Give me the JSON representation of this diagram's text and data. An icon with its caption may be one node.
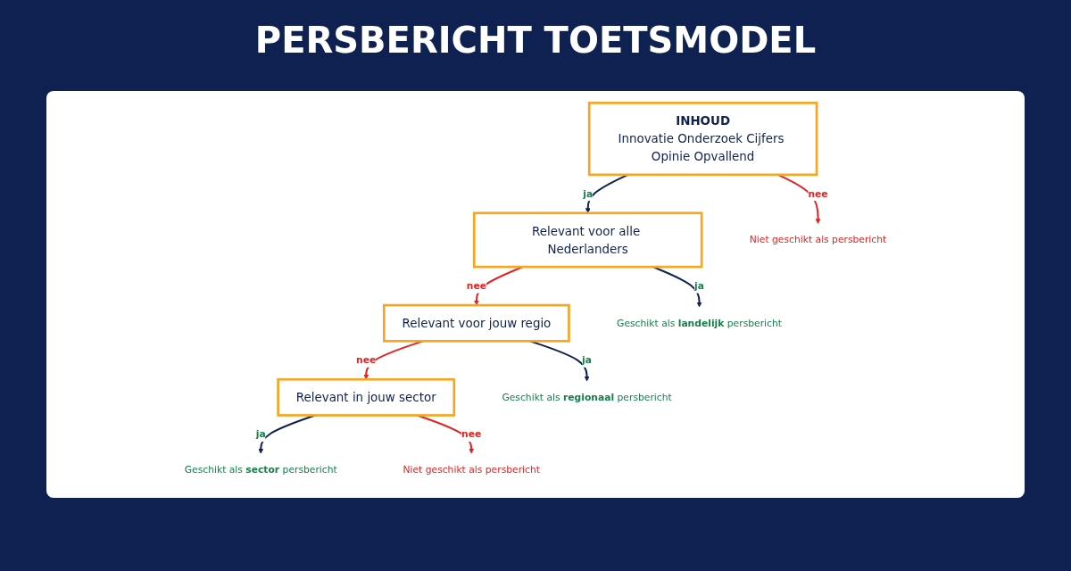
{
  "diagram": {
    "title": "PERSBERICHT TOETSMODEL",
    "nodes": [
      {
        "text": [
          "INHOUD",
          "Innovatie Onderzoek Cijfers Opinie Opvallend"
        ]
      },
      {
        "text": [
          "Relevant voor alle Nederlanders"
        ]
      },
      {
        "text": [
          "Relevant voor jouw regio"
        ]
      },
      {
        "text": [
          "Relevant in jouw sector"
        ]
      },
      {
        "text": [
          "Geschikt als **landelijk** persbericht"
        ]
      },
      {
        "text": [
          "Geschikt als **regionaal** persbericht"
        ]
      },
      {
        "text": [
          "Geschikt als **sector** persbericht"
        ]
      },
      {
        "text": [
          "Niet geschikt als persbericht"
        ]
      },
      {
        "text": [
          "Niet geschikt als persbericht"
        ]
      }
    ],
    "edges": [
      {
        "from": 0,
        "to": 1,
        "arrow": "to",
        "label": "ja"
      },
      {
        "from": 1,
        "to": 4,
        "arrow": "to",
        "label": "ja"
      },
      {
        "from": 1,
        "to": 2,
        "arrow": "to",
        "label": "nee",
        "color": "#e02424"
      },
      {
        "from": 2,
        "to": 5,
        "arrow": "to",
        "label": "ja"
      },
      {
        "from": 2,
        "to": 3,
        "arrow": "to",
        "label": "nee",
        "color": "#e02424"
      },
      {
        "from": 3,
        "to": 6,
        "arrow": "to",
        "label": "ja"
      },
      {
        "from": 3,
        "to": 8,
        "arrow": "to",
        "label": "nee",
        "color": "#e02424"
      },
      {
        "from": 0,
        "to": 7,
        "arrow": "to",
        "label": "nee",
        "color": "#e02424"
      }
    ]
  }
}
